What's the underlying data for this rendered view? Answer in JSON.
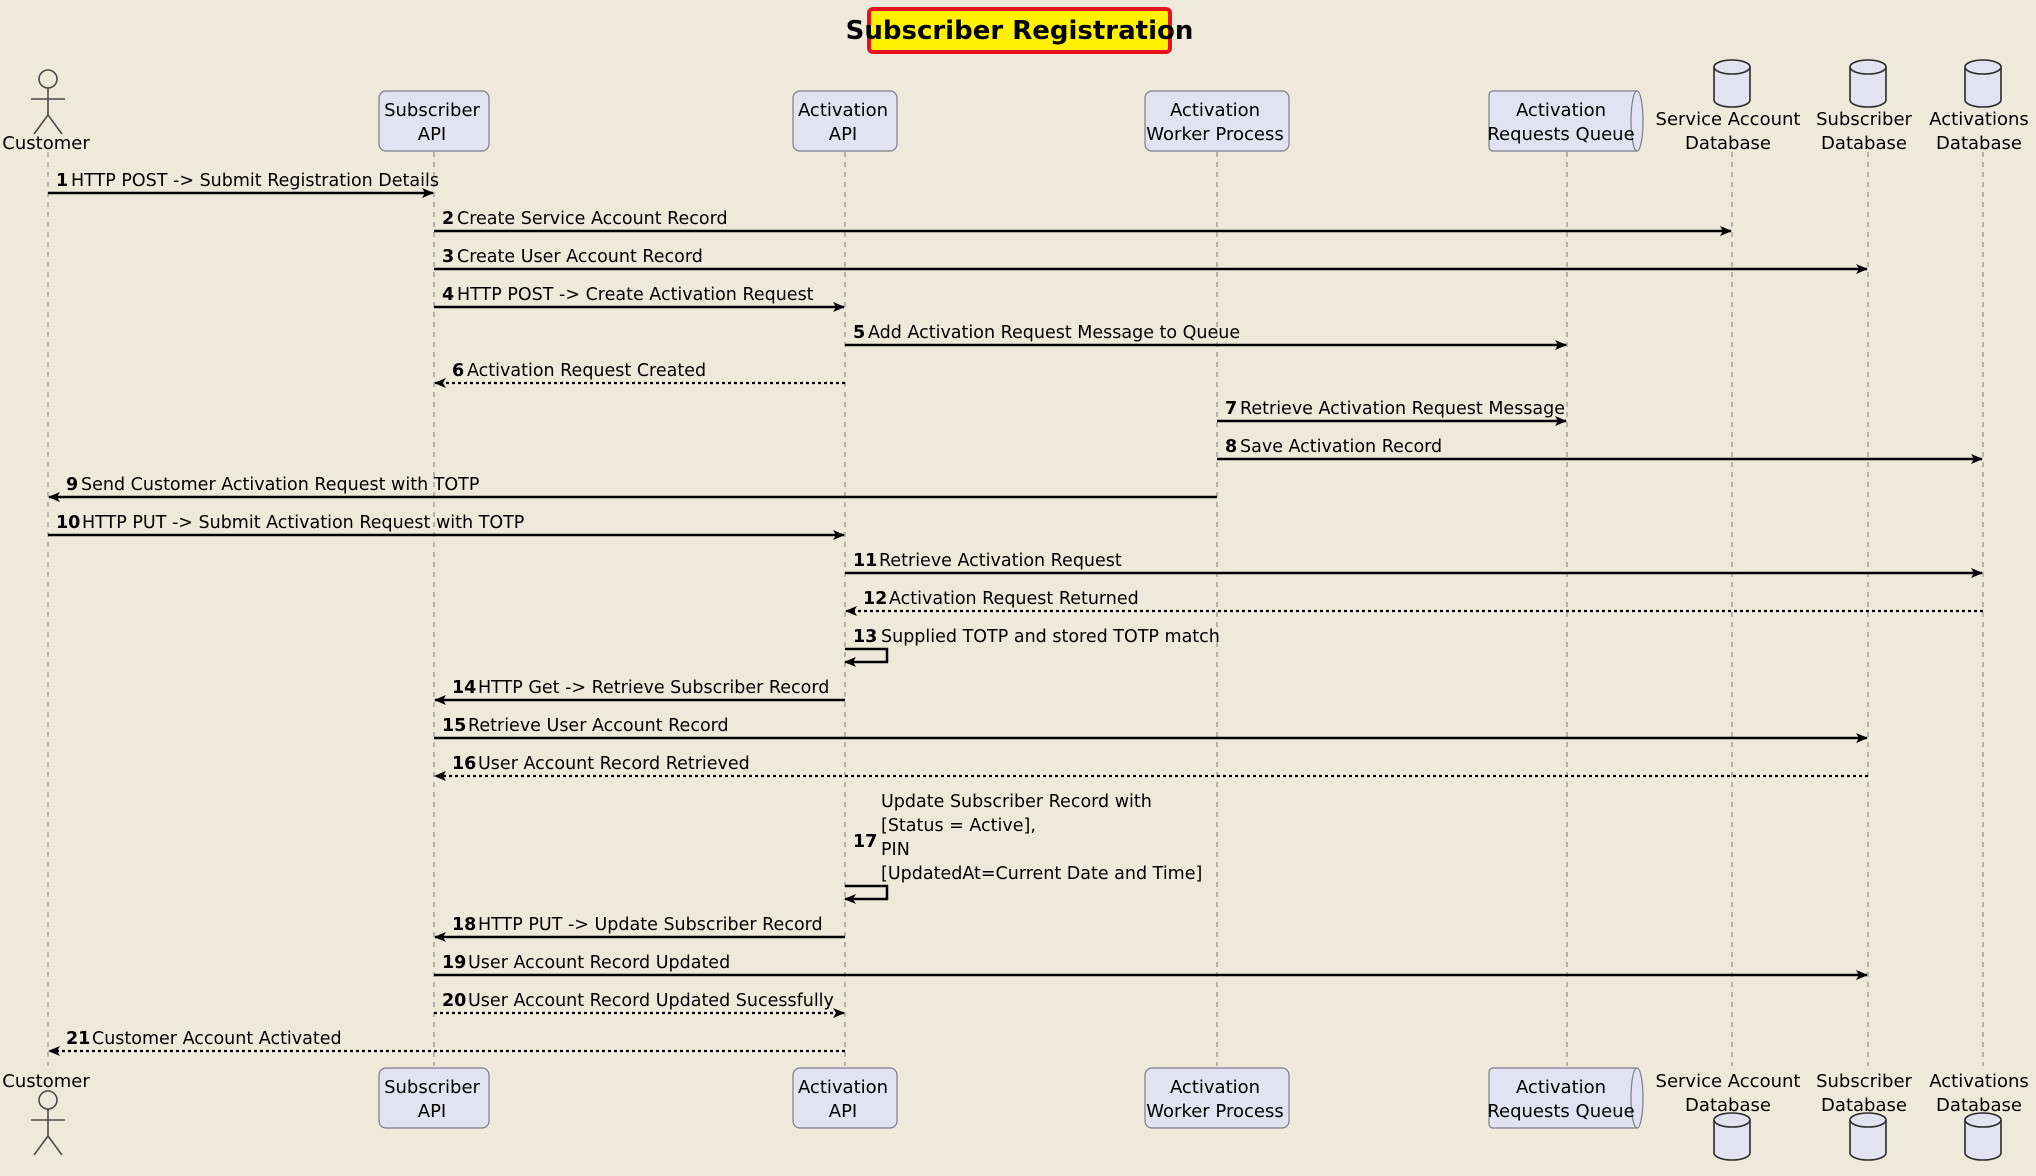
{
  "title": "Subscriber Registration",
  "colors": {
    "background": "#eeeadb",
    "participant_fill": "#e2e2f0",
    "participant_border": "#7c7c8c",
    "title_fill": "#fff200",
    "title_border": "#e8121e",
    "line": "#000000"
  },
  "participants": [
    {
      "id": "customer",
      "kind": "actor",
      "lines": [
        "Customer"
      ]
    },
    {
      "id": "subscriber_api",
      "kind": "participant",
      "lines": [
        "Subscriber",
        "API"
      ]
    },
    {
      "id": "activation_api",
      "kind": "participant",
      "lines": [
        "Activation",
        "API"
      ]
    },
    {
      "id": "activation_worker",
      "kind": "participant",
      "lines": [
        "Activation",
        "Worker Process"
      ]
    },
    {
      "id": "activation_queue",
      "kind": "queue",
      "lines": [
        "Activation",
        "Requests Queue"
      ]
    },
    {
      "id": "service_account_db",
      "kind": "database",
      "lines": [
        "Service Account",
        "Database"
      ]
    },
    {
      "id": "subscriber_db",
      "kind": "database",
      "lines": [
        "Subscriber",
        "Database"
      ]
    },
    {
      "id": "activations_db",
      "kind": "database",
      "lines": [
        "Activations",
        "Database"
      ]
    }
  ],
  "messages": [
    {
      "num": "1",
      "from": "customer",
      "to": "subscriber_api",
      "style": "solid",
      "lines": [
        "HTTP POST -> Submit Registration Details"
      ]
    },
    {
      "num": "2",
      "from": "subscriber_api",
      "to": "service_account_db",
      "style": "solid",
      "lines": [
        "Create Service Account Record"
      ]
    },
    {
      "num": "3",
      "from": "subscriber_api",
      "to": "subscriber_db",
      "style": "solid",
      "lines": [
        "Create User Account Record"
      ]
    },
    {
      "num": "4",
      "from": "subscriber_api",
      "to": "activation_api",
      "style": "solid",
      "lines": [
        "HTTP POST -> Create Activation Request"
      ]
    },
    {
      "num": "5",
      "from": "activation_api",
      "to": "activation_queue",
      "style": "solid",
      "lines": [
        "Add Activation Request Message to Queue"
      ]
    },
    {
      "num": "6",
      "from": "activation_api",
      "to": "subscriber_api",
      "style": "dotted",
      "lines": [
        "Activation Request Created"
      ]
    },
    {
      "num": "7",
      "from": "activation_worker",
      "to": "activation_queue",
      "style": "solid",
      "lines": [
        "Retrieve Activation Request Message"
      ]
    },
    {
      "num": "8",
      "from": "activation_worker",
      "to": "activations_db",
      "style": "solid",
      "lines": [
        "Save Activation Record"
      ]
    },
    {
      "num": "9",
      "from": "activation_worker",
      "to": "customer",
      "style": "solid",
      "lines": [
        "Send Customer Activation Request with TOTP"
      ]
    },
    {
      "num": "10",
      "from": "customer",
      "to": "activation_api",
      "style": "solid",
      "lines": [
        "HTTP PUT -> Submit Activation Request with TOTP"
      ]
    },
    {
      "num": "11",
      "from": "activation_api",
      "to": "activations_db",
      "style": "solid",
      "lines": [
        "Retrieve Activation Request"
      ]
    },
    {
      "num": "12",
      "from": "activations_db",
      "to": "activation_api",
      "style": "dotted",
      "lines": [
        "Activation Request Returned"
      ]
    },
    {
      "num": "13",
      "from": "activation_api",
      "to": "activation_api",
      "style": "self",
      "lines": [
        "Supplied TOTP and  stored TOTP match"
      ]
    },
    {
      "num": "14",
      "from": "activation_api",
      "to": "subscriber_api",
      "style": "solid",
      "lines": [
        "HTTP Get -> Retrieve Subscriber Record"
      ]
    },
    {
      "num": "15",
      "from": "subscriber_api",
      "to": "subscriber_db",
      "style": "solid",
      "lines": [
        "Retrieve User Account Record"
      ]
    },
    {
      "num": "16",
      "from": "subscriber_db",
      "to": "subscriber_api",
      "style": "dotted",
      "lines": [
        "User Account Record Retrieved"
      ]
    },
    {
      "num": "17",
      "from": "activation_api",
      "to": "activation_api",
      "style": "self",
      "lines": [
        "Update Subscriber Record with",
        "[Status = Active],",
        "PIN",
        "[UpdatedAt=Current Date and Time]"
      ]
    },
    {
      "num": "18",
      "from": "activation_api",
      "to": "subscriber_api",
      "style": "solid",
      "lines": [
        "HTTP PUT -> Update Subscriber Record"
      ]
    },
    {
      "num": "19",
      "from": "subscriber_api",
      "to": "subscriber_db",
      "style": "solid",
      "lines": [
        "User Account Record Updated"
      ]
    },
    {
      "num": "20",
      "from": "subscriber_api",
      "to": "activation_api",
      "style": "dotted",
      "lines": [
        "User Account Record Updated Sucessfully"
      ]
    },
    {
      "num": "21",
      "from": "activation_api",
      "to": "customer",
      "style": "dotted",
      "lines": [
        "Customer Account Activated"
      ]
    }
  ]
}
